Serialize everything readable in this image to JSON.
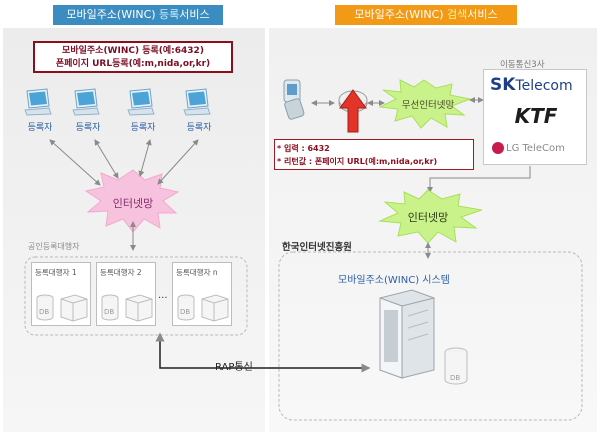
{
  "headers": {
    "left": {
      "pre": "모바일주소(WINC) ",
      "hl": "등록",
      "post": "서비스"
    },
    "right": {
      "pre": "모바일주소(WINC) ",
      "hl": "검색",
      "post": "서비스"
    }
  },
  "register_box": {
    "line1": "모바일주소(WINC) 등록(예:6432)",
    "line2": "폰페이지 URL등록(예:m,nida,or,kr)"
  },
  "registrant_label": "등록자",
  "internet_label": "인터넷망",
  "wireless_label": "무선인터넷망",
  "agencies_label": "공인등록대행자",
  "agents": [
    "등록대행자 1",
    "등록대행자 2",
    "등록대행자 n"
  ],
  "ellipsis": "...",
  "db_label": "DB",
  "rap_label": "RAP통신",
  "input_box": {
    "line1": "* 입력 : 6432",
    "line2": "* 리턴값 : 폰페이지 URL(예:m,nida,or,kr)"
  },
  "carriers": {
    "title": "이동통신3사",
    "sk": {
      "a": "SK",
      "b": "Telecom"
    },
    "ktf": "KTF",
    "lg": "LG TeleCom"
  },
  "kisa_label": "한국인터넷진흥원",
  "system_title": "모바일주소(WINC) 시스템",
  "colors": {
    "left_header": "#3b8cc0",
    "right_header": "#f29a16",
    "accent_red": "#8a0e1c",
    "arrow_red": "#e3342a",
    "burst_pink": "#f7c2de",
    "burst_green": "#c9f28a"
  }
}
